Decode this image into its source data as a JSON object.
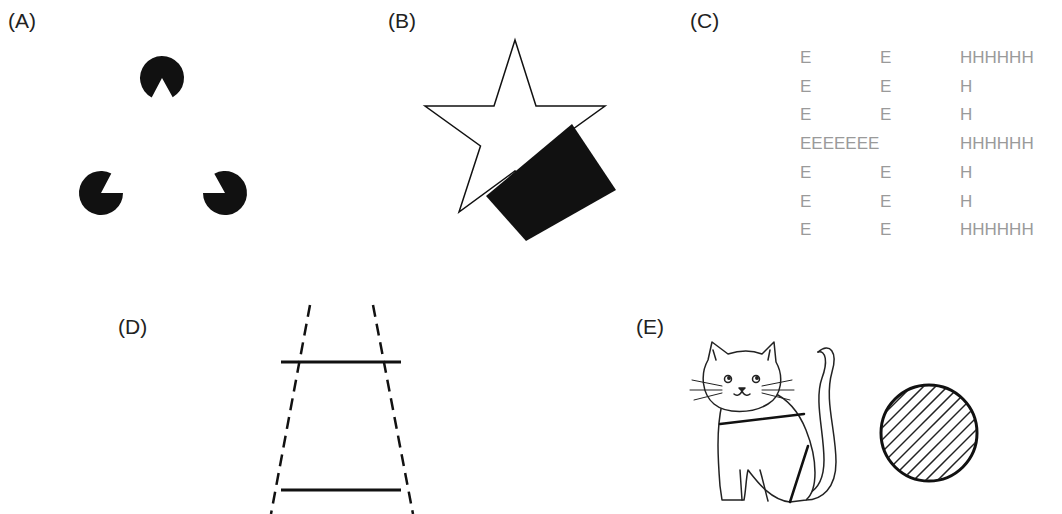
{
  "diagram": {
    "labels": [
      "(A)",
      "(B)",
      "(C)",
      "E",
      "E",
      "HHHHHH",
      "E",
      "E",
      "H",
      "E",
      "E",
      "H",
      "EEEEEEE",
      "HHHHHH",
      "E",
      "E",
      "H",
      "E",
      "E",
      "H",
      "E",
      "E",
      "HHHHHH",
      "(D)",
      "(E)"
    ]
  }
}
